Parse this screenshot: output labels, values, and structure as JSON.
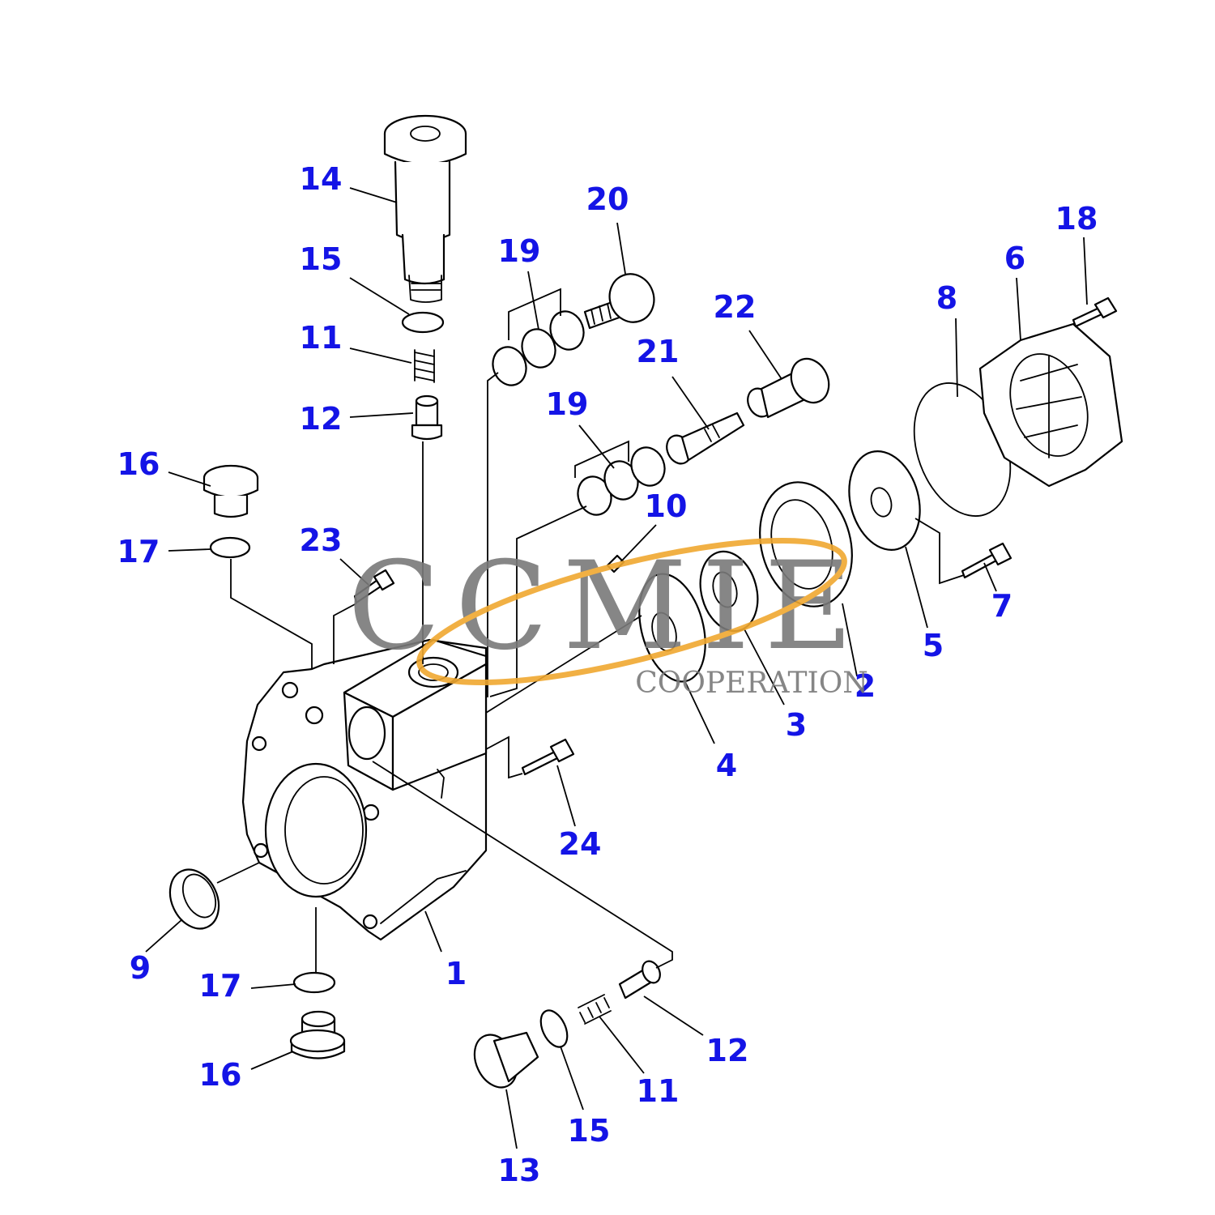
{
  "colors": {
    "callout": "#1414e6",
    "line": "#000000",
    "watermark_text": "#7a7a7a",
    "watermark_swoosh": "#f0a830"
  },
  "watermark": {
    "letters": "CCMIE",
    "subtitle": "COOPERATION"
  },
  "callouts": [
    {
      "id": "c14",
      "label": "14"
    },
    {
      "id": "c15a",
      "label": "15"
    },
    {
      "id": "c11a",
      "label": "11"
    },
    {
      "id": "c12a",
      "label": "12"
    },
    {
      "id": "c16a",
      "label": "16"
    },
    {
      "id": "c17a",
      "label": "17"
    },
    {
      "id": "c23",
      "label": "23"
    },
    {
      "id": "c19a",
      "label": "19"
    },
    {
      "id": "c20",
      "label": "20"
    },
    {
      "id": "c19b",
      "label": "19"
    },
    {
      "id": "c21",
      "label": "21"
    },
    {
      "id": "c22",
      "label": "22"
    },
    {
      "id": "c10",
      "label": "10"
    },
    {
      "id": "c8",
      "label": "8"
    },
    {
      "id": "c6",
      "label": "6"
    },
    {
      "id": "c18",
      "label": "18"
    },
    {
      "id": "c7",
      "label": "7"
    },
    {
      "id": "c5",
      "label": "5"
    },
    {
      "id": "c2",
      "label": "2"
    },
    {
      "id": "c3",
      "label": "3"
    },
    {
      "id": "c4",
      "label": "4"
    },
    {
      "id": "c24",
      "label": "24"
    },
    {
      "id": "c9",
      "label": "9"
    },
    {
      "id": "c1",
      "label": "1"
    },
    {
      "id": "c17b",
      "label": "17"
    },
    {
      "id": "c16b",
      "label": "16"
    },
    {
      "id": "c13",
      "label": "13"
    },
    {
      "id": "c15b",
      "label": "15"
    },
    {
      "id": "c11b",
      "label": "11"
    },
    {
      "id": "c12b",
      "label": "12"
    }
  ]
}
